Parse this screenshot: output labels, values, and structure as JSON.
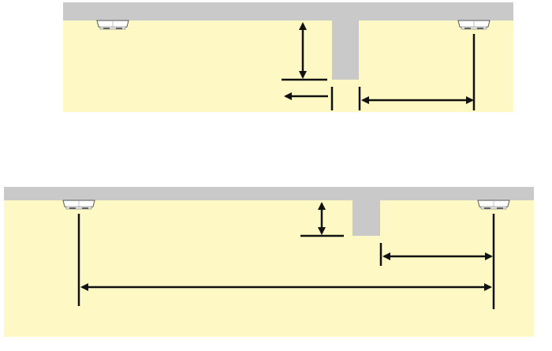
{
  "colors": {
    "room_fill": "#fdf8c4",
    "ceiling": "#c9c9c9",
    "beam": "#c9c9c9",
    "line": "#111111",
    "detector_body": "#ffffff",
    "detector_edge": "#555555"
  },
  "diagrams": [
    {
      "name": "top-diagram",
      "room": "ceiling-with-beam",
      "detectors": [
        "detector-left",
        "detector-right"
      ],
      "dimension_arrows": [
        "beam-depth-arrow",
        "distance-left-arrow",
        "distance-right-arrow"
      ]
    },
    {
      "name": "bottom-diagram",
      "room": "ceiling-with-beam",
      "detectors": [
        "detector-left",
        "detector-right"
      ],
      "dimension_arrows": [
        "beam-depth-arrow",
        "beam-to-detector-arrow",
        "detector-spacing-arrow"
      ]
    }
  ]
}
